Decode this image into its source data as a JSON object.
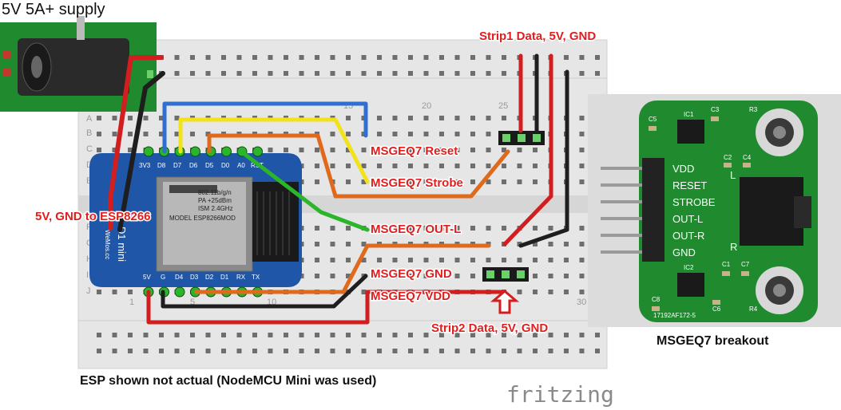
{
  "supply_label": "5V 5A+ supply",
  "labels": {
    "strip1": "Strip1 Data, 5V, GND",
    "strip2": "Strip2 Data, 5V, GND",
    "esp_power": "5V, GND to ESP8266",
    "reset": "MSGEQ7 Reset",
    "strobe": "MSGEQ7 Strobe",
    "outl": "MSGEQ7 OUT-L",
    "gnd": "MSGEQ7 GND",
    "vdd": "MSGEQ7 VDD"
  },
  "esp_note": "ESP shown not actual (NodeMCU Mini was used)",
  "breakout_caption": "MSGEQ7 breakout",
  "brand": "fritzing",
  "breadboard": {
    "row_letters_top": [
      "A",
      "B",
      "C",
      "D",
      "E"
    ],
    "row_letters_bottom": [
      "F",
      "G",
      "H",
      "I",
      "J"
    ],
    "column_numbers": [
      "1",
      "5",
      "10",
      "15",
      "20",
      "25",
      "30"
    ]
  },
  "esp": {
    "pins_top": [
      "3V3",
      "D8",
      "D7",
      "D6",
      "D5",
      "D0",
      "A0",
      "RST"
    ],
    "pins_bottom": [
      "5V",
      "G",
      "D4",
      "D3",
      "D2",
      "D1",
      "RX",
      "TX"
    ],
    "model": "D1 mini",
    "maker": "WeMos.cc",
    "module_text": [
      "802.11b/g/n",
      "PA +25dBm",
      "ISM 2.4GHz",
      "MODEL ESP8266MOD"
    ]
  },
  "breakout": {
    "pins": [
      "VDD",
      "RESET",
      "STROBE",
      "OUT-L",
      "OUT-R",
      "GND"
    ],
    "side_left": "L",
    "side_right": "R",
    "components": [
      "IC1",
      "IC2",
      "C1",
      "C2",
      "C3",
      "C4",
      "C5",
      "C6",
      "C7",
      "C8",
      "R3",
      "R4"
    ],
    "part_no": "17192AF172-5"
  },
  "colors": {
    "red": "#d21e1e",
    "black": "#1e1e1e",
    "blue": "#2e6fd1",
    "yellow": "#f2e21a",
    "orange": "#e06a1c",
    "green": "#2bb52b",
    "esp_blue": "#1f56a8",
    "pcb_green": "#1f8a2e"
  }
}
